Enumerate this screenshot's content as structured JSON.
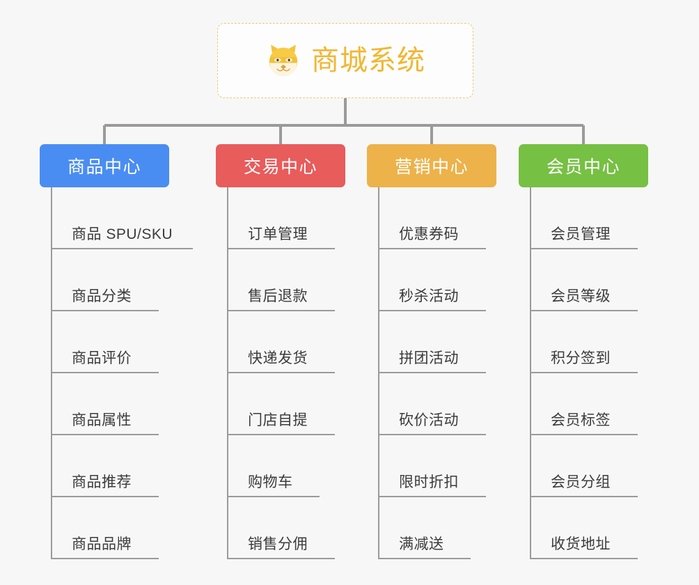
{
  "diagram": {
    "type": "org-chart",
    "background_color": "#f7f7f7",
    "root": {
      "title": "商城系统",
      "icon": "shiba-dog-face-icon",
      "text_color": "#f2b632",
      "border_color": "#f0c674",
      "border_style": "dashed"
    },
    "connector_color": "#9a9a9a",
    "branches": [
      {
        "label": "商品中心",
        "color": "#4a8df2",
        "items": [
          "商品 SPU/SKU",
          "商品分类",
          "商品评价",
          "商品属性",
          "商品推荐",
          "商品品牌"
        ]
      },
      {
        "label": "交易中心",
        "color": "#e85c5c",
        "items": [
          "订单管理",
          "售后退款",
          "快递发货",
          "门店自提",
          "购物车",
          "销售分佣"
        ]
      },
      {
        "label": "营销中心",
        "color": "#edb24a",
        "items": [
          "优惠券码",
          "秒杀活动",
          "拼团活动",
          "砍价活动",
          "限时折扣",
          "满减送"
        ]
      },
      {
        "label": "会员中心",
        "color": "#76c043",
        "items": [
          "会员管理",
          "会员等级",
          "积分签到",
          "会员标签",
          "会员分组",
          "收货地址"
        ]
      }
    ]
  }
}
